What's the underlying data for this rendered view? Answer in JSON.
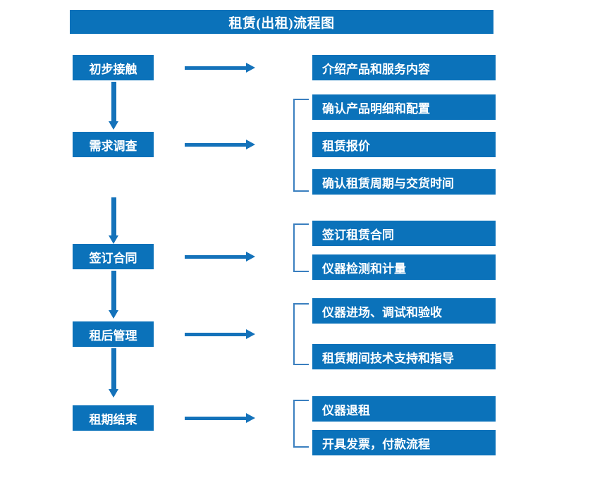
{
  "chart_data": {
    "type": "diagram",
    "title": "租赁(出租)流程图",
    "diagram_kind": "flowchart",
    "orientation": "vertical-with-branches",
    "accent_color": "#0b72ba",
    "arrow_color": "#1472ba",
    "bracket_color": "#3a7fbf",
    "text_color": "#ffffff",
    "background": "#ffffff",
    "stages": [
      {
        "label": "初步接触",
        "details": [
          "介绍产品和服务内容"
        ],
        "has_bracket": false
      },
      {
        "label": "需求调查",
        "details": [
          "确认产品明细和配置",
          "租赁报价",
          "确认租赁周期与交货时间"
        ],
        "has_bracket": true
      },
      {
        "label": "签订合同",
        "details": [
          "签订租赁合同",
          "仪器检测和计量"
        ],
        "has_bracket": true
      },
      {
        "label": "租后管理",
        "details": [
          "仪器进场、调试和验收",
          "租赁期间技术支持和指导"
        ],
        "has_bracket": true
      },
      {
        "label": "租期结束",
        "details": [
          "仪器退租",
          "开具发票，付款流程"
        ],
        "has_bracket": true
      }
    ]
  },
  "title": {
    "text": "租赁(出租)流程图"
  },
  "stages": [
    {
      "label": "初步接触"
    },
    {
      "label": "需求调查"
    },
    {
      "label": "签订合同"
    },
    {
      "label": "租后管理"
    },
    {
      "label": "租期结束"
    }
  ],
  "details": [
    {
      "label": "介绍产品和服务内容"
    },
    {
      "label": "确认产品明细和配置"
    },
    {
      "label": "租赁报价"
    },
    {
      "label": "确认租赁周期与交货时间"
    },
    {
      "label": "签订租赁合同"
    },
    {
      "label": "仪器检测和计量"
    },
    {
      "label": "仪器进场、调试和验收"
    },
    {
      "label": "租赁期间技术支持和指导"
    },
    {
      "label": "仪器退租"
    },
    {
      "label": "开具发票，付款流程"
    }
  ]
}
